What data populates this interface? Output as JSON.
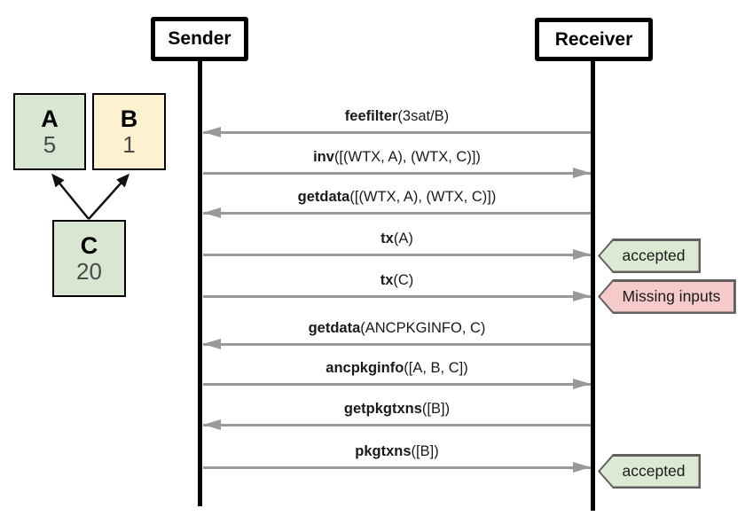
{
  "diagram": {
    "sender_label": "Sender",
    "receiver_label": "Receiver",
    "messages": [
      {
        "name": "feefilter",
        "args": "(3sat/B)",
        "direction": "to-sender"
      },
      {
        "name": "inv",
        "args": "([(WTX, A), (WTX, C)])",
        "direction": "to-receiver"
      },
      {
        "name": "getdata",
        "args": "([(WTX, A), (WTX, C)])",
        "direction": "to-sender"
      },
      {
        "name": "tx",
        "args": "(A)",
        "direction": "to-receiver",
        "badge": {
          "label": "accepted",
          "type": "success"
        }
      },
      {
        "name": "tx",
        "args": "(C)",
        "direction": "to-receiver",
        "badge": {
          "label": "Missing inputs",
          "type": "error"
        }
      },
      {
        "name": "getdata",
        "args": "(ANCPKGINFO, C)",
        "direction": "to-sender"
      },
      {
        "name": "ancpkginfo",
        "args": "([A, B, C])",
        "direction": "to-receiver"
      },
      {
        "name": "getpkgtxns",
        "args": "([B])",
        "direction": "to-sender"
      },
      {
        "name": "pkgtxns",
        "args": "([B])",
        "direction": "to-receiver",
        "badge": {
          "label": "accepted",
          "type": "success"
        }
      }
    ]
  },
  "package_graph": {
    "nodes": [
      {
        "id": "A",
        "label": "A",
        "value": "5",
        "color": "green"
      },
      {
        "id": "B",
        "label": "B",
        "value": "1",
        "color": "yellow"
      },
      {
        "id": "C",
        "label": "C",
        "value": "20",
        "color": "green"
      }
    ],
    "edges": [
      {
        "from": "C",
        "to": "A"
      },
      {
        "from": "C",
        "to": "B"
      }
    ]
  },
  "colors": {
    "node_green": "#d9e7d2",
    "node_yellow": "#fdf1cf",
    "badge_success_fill": "#dcead3",
    "badge_error_fill": "#f6caca",
    "badge_border": "#606060",
    "message_arrow": "#999999",
    "lifeline": "#000000"
  }
}
